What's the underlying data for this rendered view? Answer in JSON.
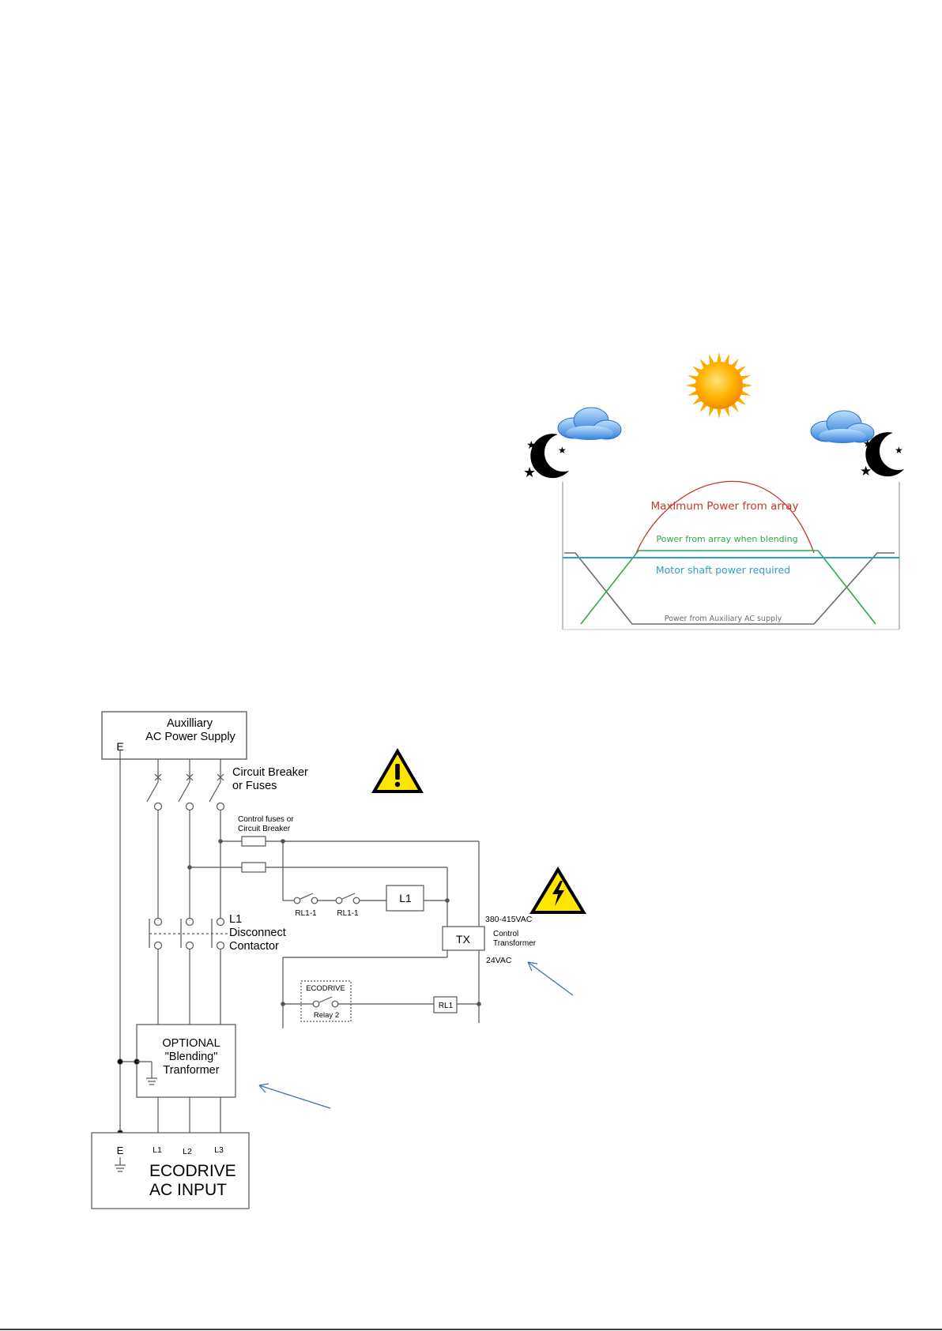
{
  "colors": {
    "max_power": "#c0392b",
    "blending": "#2eaa4a",
    "motor": "#2a9fc9",
    "auxiliary": "#6b6b6b",
    "arrow": "#3b6fb6",
    "warning_fill": "#ffe600",
    "wire": "#555555"
  },
  "power_curve": {
    "max_power_label": "Maximum Power from array",
    "blending_label": "Power from array when blending",
    "motor_label": "Motor shaft power required",
    "auxiliary_label": "Power from Auxiliary AC supply",
    "icons": [
      "sun-icon",
      "cloud-icon",
      "moon-stars-icon"
    ]
  },
  "wiring": {
    "aux_supply_line1": "Auxilliary",
    "aux_supply_line2": "AC Power Supply",
    "earth_top": "E",
    "breaker_line1": "Circuit Breaker",
    "breaker_line2": "or Fuses",
    "control_fuses_line1": "Control fuses or",
    "control_fuses_line2": "Circuit Breaker",
    "relay_contact_1": "RL1-1",
    "relay_contact_2": "RL1-1",
    "coil_l1": "L1",
    "contactor_line1": "L1",
    "contactor_line2": "Disconnect",
    "contactor_line3": "Contactor",
    "voltage_primary": "380-415VAC",
    "tx_label": "TX",
    "tx_line1": "Control",
    "tx_line2": "Transformer",
    "voltage_secondary": "24VAC",
    "ecodrive_relay_line1": "ECODRIVE",
    "ecodrive_relay_line2": "Relay 2",
    "rl1_coil": "RL1",
    "blend_line1": "OPTIONAL",
    "blend_line2": "\"Blending\"",
    "blend_line3": "Tranformer",
    "input_e": "E",
    "input_l1": "L1",
    "input_l2": "L2",
    "input_l3": "L3",
    "input_line1": "ECODRIVE",
    "input_line2": "AC INPUT"
  }
}
